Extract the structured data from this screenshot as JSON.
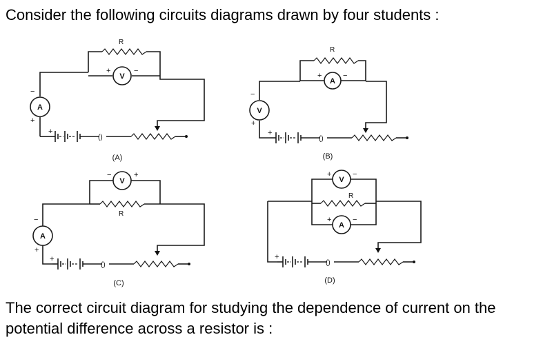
{
  "question": "Consider the following circuits diagrams drawn by four students :",
  "prompt": "The correct circuit diagram for studying the dependence of current on the potential difference across a resistor is :",
  "diagrams": {
    "a": {
      "caption": "(A)",
      "resistor": "R",
      "ammeter": "A",
      "voltmeter": "V",
      "plus": "+",
      "minus": "−"
    },
    "b": {
      "caption": "(B)",
      "resistor": "R",
      "ammeter": "A",
      "voltmeter": "V",
      "plus": "+",
      "minus": "−"
    },
    "c": {
      "caption": "(C)",
      "resistor": "R",
      "ammeter": "A",
      "voltmeter": "V",
      "plus": "+",
      "minus": "−"
    },
    "d": {
      "caption": "(D)",
      "resistor": "R",
      "ammeter": "A",
      "voltmeter": "V",
      "plus": "+",
      "minus": "−"
    }
  }
}
